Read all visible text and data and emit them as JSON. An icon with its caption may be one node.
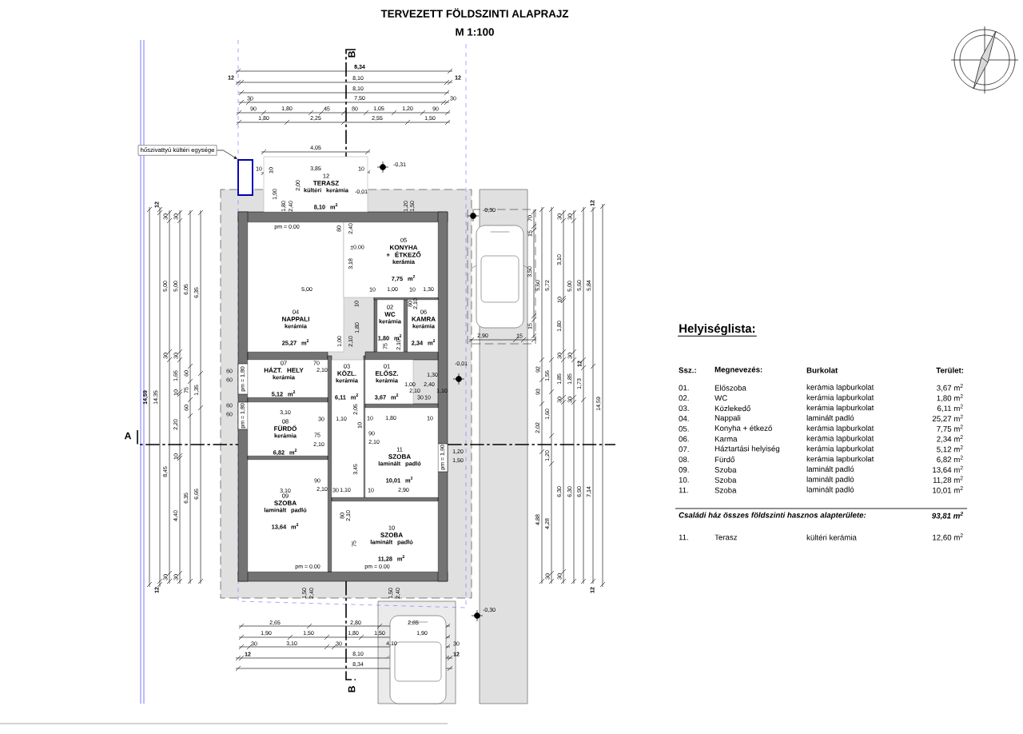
{
  "diagram": {
    "title": "TERVEZETT FÖLDSZINTI ALAPRAJZ",
    "nodes": [
      {
        "text": [
          "hőszivattyú kültéri egysége"
        ]
      },
      {
        "text": [],
        "shape": "box"
      },
      {
        "text": [
          "12",
          "TERASZ",
          "kültéri kerámia",
          "8,10 m$^{2}$"
        ]
      },
      {
        "text": [
          "04",
          "NAPPALI",
          "kerámia",
          "25,27 m$^{2}$"
        ]
      },
      {
        "text": [
          "05",
          "KONYHA + ÉTKEZŐ",
          "kerámia",
          "7,75 m$^{2}$"
        ]
      },
      {
        "text": [
          "02",
          "WC",
          "kerámia",
          "1,80 m$^{2}$"
        ]
      },
      {
        "text": [
          "06",
          "KAMRA",
          "kerámia",
          "2,34 m$^{2}$"
        ]
      },
      {
        "text": [
          "07",
          "HÁZT. HELY",
          "kerámia",
          "5,12 m$^{2}$"
        ]
      },
      {
        "text": [
          "03",
          "KÖZL.",
          "kerámia",
          "6,11 m$^{2}$"
        ]
      },
      {
        "text": [
          "01",
          "ELŐSZ.",
          "kerámia",
          "3,67 m$^{2}$"
        ]
      },
      {
        "text": [
          "08",
          "FÜRDŐ",
          "kerámia",
          "6,82 m$^{2}$"
        ]
      },
      {
        "text": [
          "11",
          "SZOBA",
          "laminált padló",
          "10,01 m$^{2}$"
        ]
      },
      {
        "text": [
          "09",
          "SZOBA",
          "laminált padló",
          "13,64 m$^{2}$"
        ]
      },
      {
        "text": [
          "10",
          "SZOBA",
          "laminált padló",
          "11,28 m$^{2}$"
        ]
      }
    ],
    "edges": [
      {
        "from": 0,
        "to": 1,
        "arrow": "to"
      }
    ],
    "labels": [
      "M 1:100",
      "8,34",
      "12",
      "8,10",
      "12",
      "8,10",
      "30",
      "7,50",
      "30",
      "90",
      "1,80",
      "45",
      "80",
      "1,05",
      "1,20",
      "90",
      "1,80",
      "2,25",
      "2,55",
      "1,50",
      "B",
      "4,05",
      "10",
      "3,85",
      "10",
      "-0,31",
      "10",
      "1,90",
      "2,00",
      "-0,01",
      "1,80",
      "2,40",
      "1,20",
      "1,50",
      "-0,30",
      "70",
      "15",
      "3,50",
      "15",
      "2,90",
      "15",
      "12",
      "5,60",
      "5,72",
      "30",
      "3,10",
      "10",
      "1,80",
      "30",
      "30",
      "5,00",
      "30",
      "5,60",
      "5,84",
      "92",
      "93",
      "2,02",
      "4,88",
      "1,55",
      "1,60",
      "1,20",
      "4,28",
      "1,85",
      "30",
      "6,30",
      "30",
      "1,85",
      "30",
      "6,30",
      "12",
      "1,73",
      "6,90",
      "7,14",
      "14,59",
      "12",
      "30",
      "12",
      "14,59",
      "14,35",
      "30",
      "5,00",
      "30",
      "8,45",
      "30",
      "30",
      "5,00",
      "30",
      "1,65",
      "10",
      "2,20",
      "10",
      "4,40",
      "30",
      "6,05",
      "60",
      "75",
      "60",
      "6,35",
      "6,35",
      "1,35",
      "6,65",
      "12",
      "A",
      "60",
      "60",
      "60",
      "60",
      "pm = 0.00",
      "80",
      "2,40",
      "±0.00",
      "3,18",
      "5,00",
      "10",
      "1,00",
      "10",
      "1,30",
      "10",
      "1,80",
      "1,00",
      "2,10",
      "80",
      "2,10",
      "75",
      "2,10",
      "70",
      "2,10",
      "pm = 1,80",
      "1,30",
      "1,00",
      "2,10",
      "2,40",
      "30",
      "10",
      "1,10",
      "-0,01",
      "2,05",
      "10",
      "pm = 1,80",
      "3,10",
      "30",
      "1,10",
      "10",
      "1,80",
      "10",
      "75",
      "2,10",
      "90",
      "2,10",
      "pm = 1,90",
      "1,20",
      "1,50",
      "3,45",
      "3,10",
      "90",
      "2,10",
      "30",
      "1,10",
      "10",
      "2,90",
      "80",
      "2,10",
      "75",
      "pm = 0.00",
      "pm = 0.00",
      "1,50",
      "2,40",
      "1,50",
      "2,40",
      "-0,30",
      "2,65",
      "2,80",
      "2,65",
      "1,90",
      "1,50",
      "1,80",
      "1,50",
      "1,90",
      "30",
      "3,10",
      "30",
      "4,10",
      "30",
      "12",
      "8,10",
      "12",
      "8,34",
      "B",
      "Helyiséglista:",
      "Ssz.:",
      "Megnevezés:",
      "Burkolat",
      "Terület:",
      "01.",
      "Előszoba",
      "kerámia lapburkolat",
      "3,67 m$^{2}$",
      "02.",
      "WC",
      "kerámia lapburkolat",
      "1,80 m$^{2}$",
      "03.",
      "Közlekedő",
      "kerámia lapburkolat",
      "6,11 m$^{2}$",
      "04.",
      "Nappali",
      "laminált padló",
      "25,27 m$^{2}$",
      "05.",
      "Konyha + étkező",
      "kerámia lapburkolat",
      "7,75 m$^{2}$",
      "06.",
      "Karma",
      "kerámia lapburkolat",
      "2,34 m$^{2}$",
      "07.",
      "Háztartási helyiség",
      "kerámia lapburkolat",
      "5,12 m$^{2}$",
      "08.",
      "Fürdő",
      "kerámia lapburkolat",
      "6,82 m$^{2}$",
      "09.",
      "Szoba",
      "laminált padló",
      "13,64 m$^{2}$",
      "10.",
      "Szoba",
      "laminált padló",
      "11,28 m$^{2}$",
      "11.",
      "Szoba",
      "laminált padló",
      "10,01 m$^{2}$",
      "Családi ház összes földszinti hasznos alapterülete:",
      "93,81 m$^{2}$",
      "11.",
      "Terasz",
      "kültéri kerámia",
      "12,60 m$^{2}$"
    ]
  }
}
